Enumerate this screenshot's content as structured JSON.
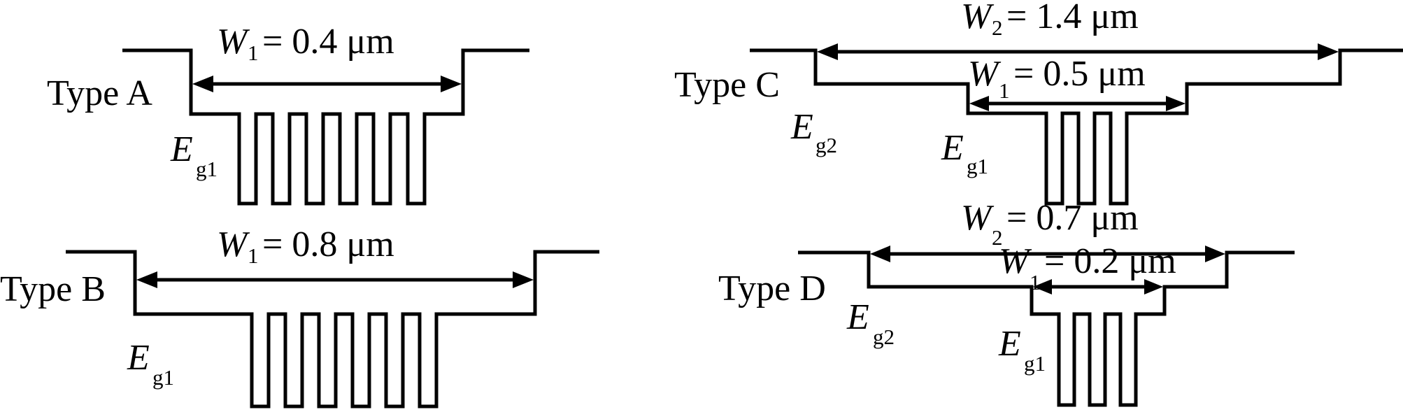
{
  "panels": {
    "a": {
      "type_label": "Type A",
      "w1": {
        "symbol": "W",
        "sub": "1",
        "value": "= 0.4 μm"
      },
      "eg1": {
        "symbol": "E",
        "sub": "g1"
      }
    },
    "b": {
      "type_label": "Type B",
      "w1": {
        "symbol": "W",
        "sub": "1",
        "value": "= 0.8 μm"
      },
      "eg1": {
        "symbol": "E",
        "sub": "g1"
      }
    },
    "c": {
      "type_label": "Type C",
      "w2": {
        "symbol": "W",
        "sub": "2",
        "value": "= 1.4 μm"
      },
      "w1": {
        "symbol": "W",
        "sub": "1",
        "value": "= 0.5 μm"
      },
      "eg2": {
        "symbol": "E",
        "sub": "g2"
      },
      "eg1": {
        "symbol": "E",
        "sub": "g1"
      }
    },
    "d": {
      "type_label": "Type D",
      "w2": {
        "symbol": "W",
        "sub": "2",
        "value": "= 0.7 μm"
      },
      "w1": {
        "symbol": "W",
        "sub": "1",
        "value": "= 0.2 μm"
      },
      "eg2": {
        "symbol": "E",
        "sub": "g2"
      },
      "eg1": {
        "symbol": "E",
        "sub": "g1"
      }
    }
  }
}
